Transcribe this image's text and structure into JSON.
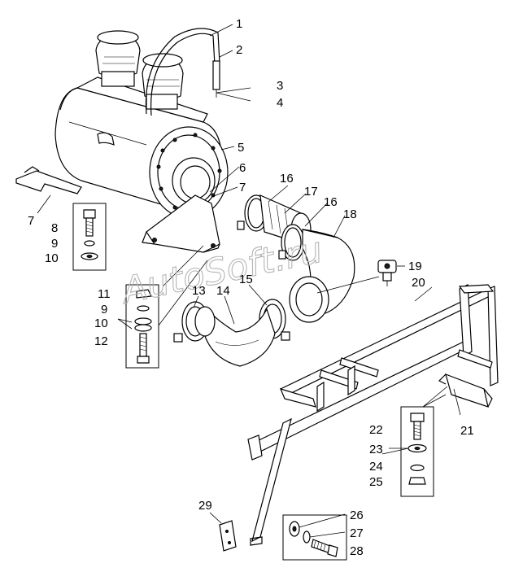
{
  "watermark": "AutoSoft.ru",
  "callouts": [
    {
      "id": "c1",
      "label": "1"
    },
    {
      "id": "c2",
      "label": "2"
    },
    {
      "id": "c3",
      "label": "3"
    },
    {
      "id": "c4",
      "label": "4"
    },
    {
      "id": "c5",
      "label": "5"
    },
    {
      "id": "c6",
      "label": "6"
    },
    {
      "id": "c7a",
      "label": "7"
    },
    {
      "id": "c7b",
      "label": "7"
    },
    {
      "id": "c8",
      "label": "8"
    },
    {
      "id": "c9a",
      "label": "9"
    },
    {
      "id": "c10a",
      "label": "10"
    },
    {
      "id": "c11",
      "label": "11"
    },
    {
      "id": "c9b",
      "label": "9"
    },
    {
      "id": "c10b",
      "label": "10"
    },
    {
      "id": "c12",
      "label": "12"
    },
    {
      "id": "c13",
      "label": "13"
    },
    {
      "id": "c14",
      "label": "14"
    },
    {
      "id": "c15",
      "label": "15"
    },
    {
      "id": "c16a",
      "label": "16"
    },
    {
      "id": "c16b",
      "label": "16"
    },
    {
      "id": "c17",
      "label": "17"
    },
    {
      "id": "c18",
      "label": "18"
    },
    {
      "id": "c19",
      "label": "19"
    },
    {
      "id": "c20",
      "label": "20"
    },
    {
      "id": "c21",
      "label": "21"
    },
    {
      "id": "c22",
      "label": "22"
    },
    {
      "id": "c23",
      "label": "23"
    },
    {
      "id": "c24",
      "label": "24"
    },
    {
      "id": "c25",
      "label": "25"
    },
    {
      "id": "c26",
      "label": "26"
    },
    {
      "id": "c27",
      "label": "27"
    },
    {
      "id": "c28",
      "label": "28"
    },
    {
      "id": "c29",
      "label": "29"
    }
  ]
}
